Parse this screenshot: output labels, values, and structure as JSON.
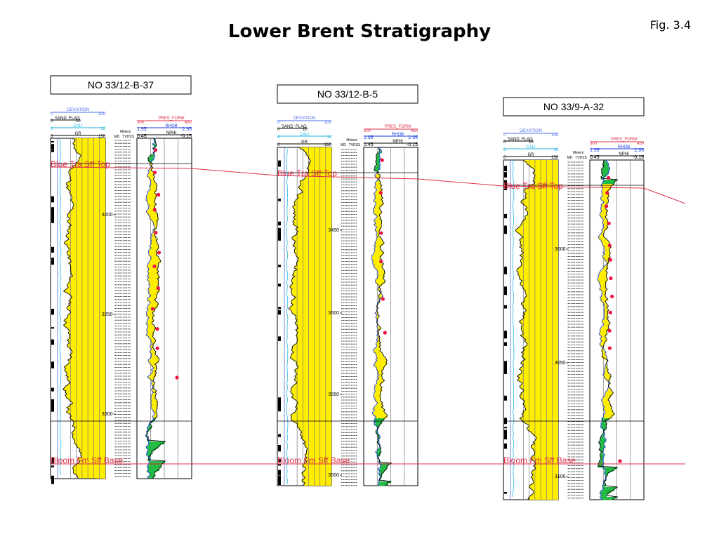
{
  "page": {
    "title": "Lower Brent Stratigraphy",
    "figure_label": "Fig. 3.4"
  },
  "colors": {
    "sand_fill": "#ffee00",
    "neutron_density_fill": "#22bb44",
    "marker_line": "#e0304a",
    "gr_scale": "#1a3adf",
    "deviation_scale": "#4a6ee8",
    "cali_scale": "#22b5e0",
    "pres_form": "#e0304a",
    "rhob": "#1a3adf",
    "pressure_point": "#ee1144"
  },
  "markers": {
    "top": "Blue Tra Sff Top",
    "base": "Bloom Fm Sff Base"
  },
  "wells": [
    {
      "name": "NO 33/12-B-37",
      "headers": {
        "deviation": "DEVIATION",
        "dev_min": "0",
        "dev_max": "100",
        "sand_flag": "SAND_FLAG",
        "sf_min": "0",
        "sf_max": "10",
        "cali": "CALI",
        "cali_min": "6",
        "cali_max": "16",
        "gr": "GR",
        "gr_min": "0",
        "gr_max": "150",
        "meters": "Meters",
        "md": "MD",
        "tvdss": "TVDSS",
        "pres_form": "PRES_FORM",
        "pf_min": "300",
        "pf_max": "450",
        "rhob": "RHOB",
        "rhob_min": "1.95",
        "rhob_max": "2.95",
        "nphi": "NPHI",
        "nphi_min": "0.45",
        "nphi_max": "-0.15"
      },
      "depth_ticks": [
        "3200",
        "3250",
        "3300"
      ]
    },
    {
      "name": "NO 33/12-B-5",
      "headers": {
        "deviation": "DEVIATION",
        "dev_min": "0",
        "dev_max": "100",
        "sand_flag": "SAND_FLAG",
        "sf_min": "0",
        "sf_max": "10",
        "cali": "CALI",
        "cali_min": "6",
        "cali_max": "16",
        "gr": "GR",
        "gr_min": "0",
        "gr_max": "150",
        "meters": "Meters",
        "md": "MD",
        "tvdss": "TVDSS",
        "pres_form": "PRES_FORM",
        "pf_min": "300",
        "pf_max": "450",
        "rhob": "RHOB",
        "rhob_min": "1.95",
        "rhob_max": "2.95",
        "nphi": "NPHI",
        "nphi_min": "0.45",
        "nphi_max": "-0.15"
      },
      "depth_ticks": [
        "3450",
        "3500",
        "3550",
        "3600"
      ]
    },
    {
      "name": "NO 33/9-A-32",
      "headers": {
        "deviation": "DEVIATION",
        "dev_min": "0",
        "dev_max": "100",
        "sand_flag": "SAND_FLAG",
        "sf_min": "0",
        "sf_max": "10",
        "cali": "CALI",
        "cali_min": "6",
        "cali_max": "16",
        "gr": "GR",
        "gr_min": "0",
        "gr_max": "150",
        "meters": "Meters",
        "md": "MD",
        "tvdss": "TVDSS",
        "pres_form": "PRES_FORM",
        "pf_min": "300",
        "pf_max": "450",
        "rhob": "RHOB",
        "rhob_min": "1.95",
        "rhob_max": "2.95",
        "nphi": "NPHI",
        "nphi_min": "0.45",
        "nphi_max": "-0.15"
      },
      "depth_ticks": [
        "3000",
        "3050",
        "3100"
      ]
    }
  ]
}
